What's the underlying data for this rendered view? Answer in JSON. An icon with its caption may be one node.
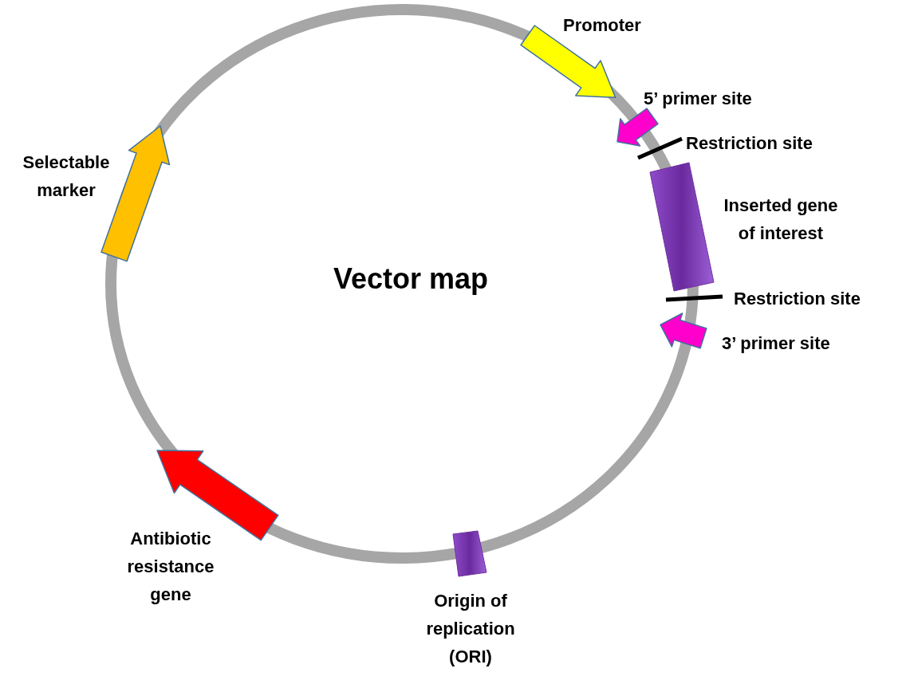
{
  "diagram": {
    "title": "Vector map",
    "nodes": [
      {
        "text": [
          "Promoter"
        ]
      },
      {
        "text": [
          "5’ primer site"
        ]
      },
      {
        "text": [
          "Restriction site"
        ]
      },
      {
        "text": [
          "Inserted gene of interest"
        ]
      },
      {
        "text": [
          "Restriction site"
        ]
      },
      {
        "text": [
          "3’ primer site"
        ]
      },
      {
        "text": [
          "Origin of replication (ORI)"
        ]
      },
      {
        "text": [
          "Antibiotic resistance gene"
        ]
      },
      {
        "text": [
          "Selectable marker"
        ]
      }
    ],
    "edges": []
  }
}
